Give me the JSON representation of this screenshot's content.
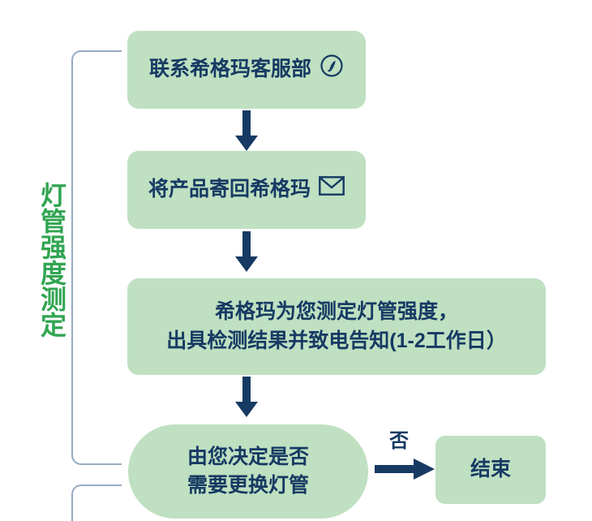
{
  "diagram": {
    "section_label": "灯管强度测定",
    "colors": {
      "node_fill": "#bfe0c1",
      "node_text": "#163a63",
      "arrow": "#163a63",
      "section_label_text": "#31a552",
      "bracket_line": "#97aac4",
      "background": "#ffffff"
    },
    "nodes": [
      {
        "id": "contact",
        "text": "联系希格玛客服部",
        "icon": "phone-in-circle-icon",
        "shape": "rounded-rect"
      },
      {
        "id": "ship",
        "text": "将产品寄回希格玛",
        "icon": "envelope-icon",
        "shape": "rounded-rect"
      },
      {
        "id": "measure",
        "line1": "希格玛为您测定灯管强度，",
        "line2": "出具检测结果并致电告知(1-2工作日）",
        "shape": "rounded-rect"
      },
      {
        "id": "decide",
        "line1": "由您决定是否",
        "line2": "需要更换灯管",
        "shape": "pill"
      },
      {
        "id": "end",
        "text": "结束",
        "shape": "rounded-rect"
      }
    ],
    "edges": [
      {
        "id": "contact-to-ship",
        "label": "",
        "direction": "down"
      },
      {
        "id": "ship-to-measure",
        "label": "",
        "direction": "down"
      },
      {
        "id": "measure-to-decide",
        "label": "",
        "direction": "down"
      },
      {
        "id": "decide-to-end",
        "label": "否",
        "direction": "right"
      }
    ]
  }
}
